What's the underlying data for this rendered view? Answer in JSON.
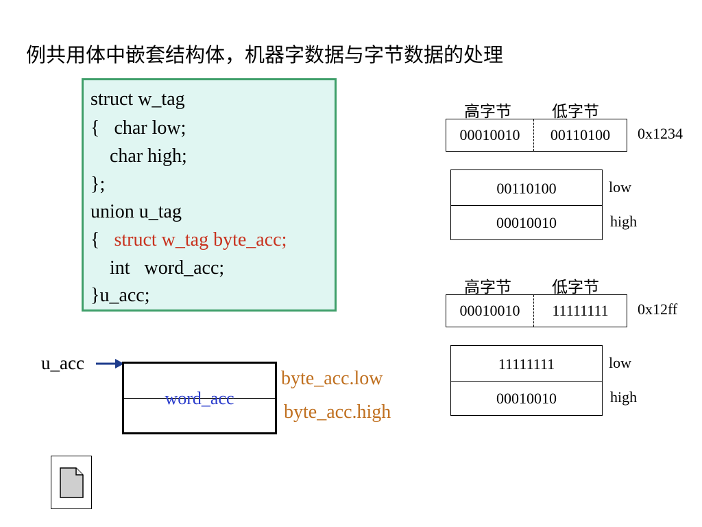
{
  "title": "例共用体中嵌套结构体，机器字数据与字节数据的处理",
  "code": {
    "lines": [
      "struct w_tag",
      "{   char low;",
      "    char high;",
      "};",
      "union u_tag",
      "{   ",
      "    int   word_acc;",
      "}u_acc;"
    ],
    "highlight": "struct w_tag byte_acc;"
  },
  "example1": {
    "high_label": "高字节",
    "low_label": "低字节",
    "high_byte": "00010010",
    "low_byte": "00110100",
    "hex": "0x1234",
    "mem_low": "00110100",
    "mem_high": "00010010",
    "low_tag": "low",
    "high_tag": "high"
  },
  "example2": {
    "high_label": "高字节",
    "low_label": "低字节",
    "high_byte": "00010010",
    "low_byte": "11111111",
    "hex": "0x12ff",
    "mem_low": "11111111",
    "mem_high": "00010010",
    "low_tag": "low",
    "high_tag": "high"
  },
  "union_diagram": {
    "var_label": "u_acc",
    "word_label": "word_acc",
    "low_label": "byte_acc.low",
    "high_label": "byte_acc.high"
  },
  "colors": {
    "code_bg": "#e0f6f2",
    "code_border": "#3f9f6a",
    "highlight": "#c8321e",
    "word_acc": "#2a3ccc",
    "byte_acc": "#c07020",
    "arrow": "#1e3c8c"
  },
  "icons": [
    "document-icon"
  ]
}
